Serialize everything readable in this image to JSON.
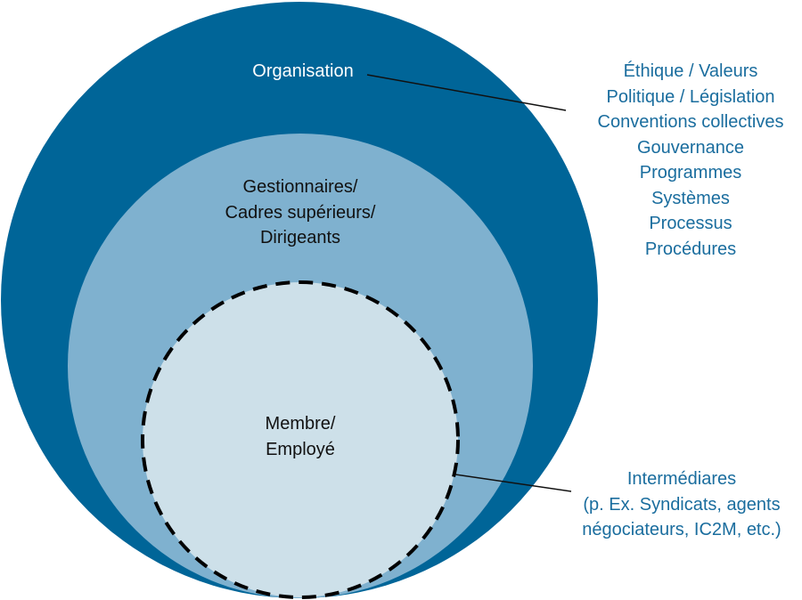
{
  "colors": {
    "outer": "#006598",
    "middle": "#7fb1cf",
    "inner": "#cde0e9",
    "side_text": "#1a6d9e",
    "leader": "#111111",
    "dash": "#000000"
  },
  "circles": {
    "outer": {
      "label": "Organisation"
    },
    "middle": {
      "label_lines": [
        "Gestionnaires/",
        "Cadres supérieurs/",
        "Dirigeants"
      ]
    },
    "inner": {
      "label_lines": [
        "Membre/",
        "Employé"
      ]
    }
  },
  "annotations": {
    "organisation_items": [
      "Éthique / Valeurs",
      "Politique / Législation",
      "Conventions collectives",
      "Gouvernance",
      "Programmes",
      "Systèmes",
      "Processus",
      "Procédures"
    ],
    "intermediaries_lines": [
      "Intermédiares",
      "(p. Ex. Syndicats, agents",
      "négociateurs, IC2M, etc.)"
    ]
  }
}
